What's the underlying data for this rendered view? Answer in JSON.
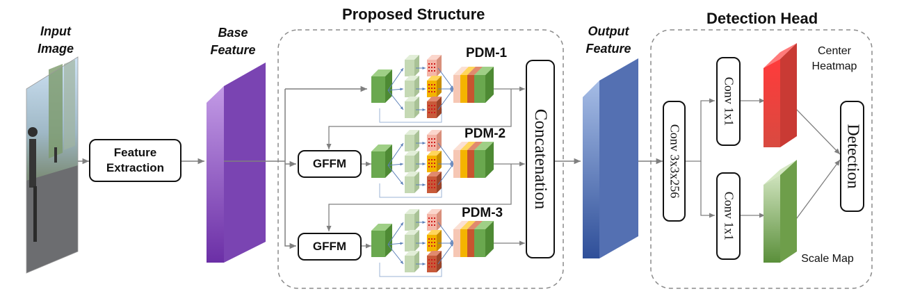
{
  "headers": {
    "proposed_structure": "Proposed Structure",
    "detection_head": "Detection Head"
  },
  "labels": {
    "input_image": [
      "Input",
      "Image"
    ],
    "base_feature": [
      "Base",
      "Feature"
    ],
    "output_feature": [
      "Output",
      "Feature"
    ]
  },
  "boxes": {
    "feature_extraction": [
      "Feature",
      "Extraction"
    ],
    "gffm": "GFFM",
    "concatenation": "Concatenation",
    "conv_3x3": "Conv 3x3x256",
    "conv_1x1": "Conv 1x1",
    "detection": "Detection"
  },
  "pdm": [
    "PDM-1",
    "PDM-2",
    "PDM-3"
  ],
  "maps": {
    "center_heatmap": [
      "Center",
      "Heatmap"
    ],
    "scale_map": "Scale Map"
  },
  "colors": {
    "base_feature": "#9b6ac9",
    "output_feature": "#5f7fbf",
    "center_heatmap": "#e8453f",
    "scale_map": "#79a94f",
    "block_green": "#6aa84f",
    "block_light": "#c5d9b4",
    "block_red": "#c85a3a",
    "block_orange": "#f4b400",
    "arrow": "#7f7f7f"
  }
}
